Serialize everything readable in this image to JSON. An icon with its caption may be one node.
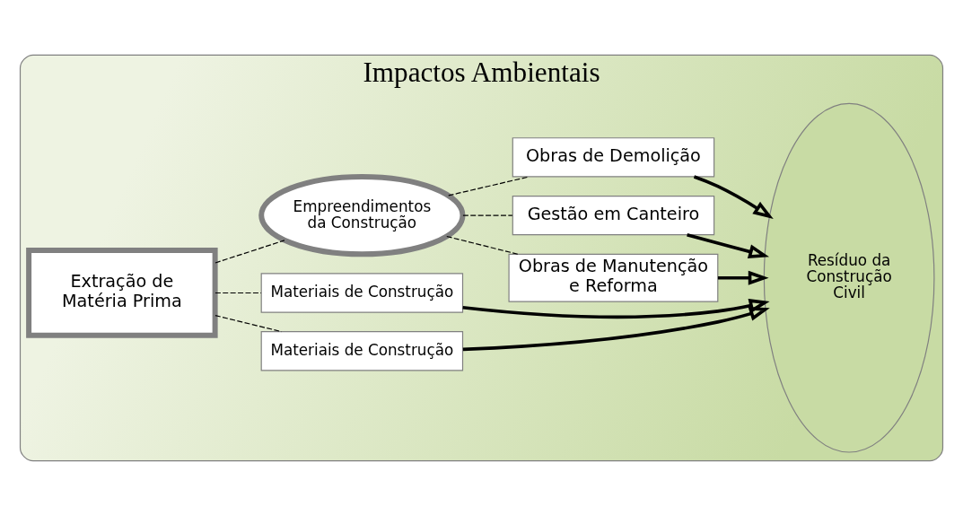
{
  "diagram": {
    "nodes": [
      {
        "text": [
          "Impactos Ambientais"
        ]
      },
      {
        "text": [
          "Extração de Matéria Prima"
        ],
        "in": 0
      },
      {
        "text": [
          "Materiais de Construção"
        ],
        "in": 0
      },
      {
        "text": [
          "Materiais de Construção"
        ],
        "in": 0
      },
      {
        "text": [
          "Obras de Manutenção e Reforma"
        ],
        "in": 0
      },
      {
        "text": [
          "Empreendimentos da Construção"
        ],
        "in": 0
      },
      {
        "text": [
          "Gestão em Canteiro"
        ],
        "in": 0
      },
      {
        "text": [
          "Obras de Demolição"
        ],
        "in": 0
      },
      {
        "text": [
          "Resíduo da Construção Civil"
        ],
        "in": 0
      }
    ],
    "edges": [
      {
        "from": 1,
        "to": 2,
        "arrow": "none",
        "style": "dashed"
      },
      {
        "from": 1,
        "to": 3,
        "arrow": "none",
        "style": "dashed"
      },
      {
        "from": 1,
        "to": 5,
        "arrow": "none",
        "style": "dashed"
      },
      {
        "from": 5,
        "to": 4,
        "arrow": "none",
        "style": "dashed"
      },
      {
        "from": 5,
        "to": 6,
        "arrow": "none",
        "style": "dashed"
      },
      {
        "from": 5,
        "to": 7,
        "arrow": "none",
        "style": "dashed"
      },
      {
        "from": 2,
        "to": 8,
        "arrow": "to",
        "style": "thick"
      },
      {
        "from": 3,
        "to": 8,
        "arrow": "to",
        "style": "thick"
      },
      {
        "from": 4,
        "to": 8,
        "arrow": "to",
        "style": "thick"
      },
      {
        "from": 6,
        "to": 8,
        "arrow": "to",
        "style": "thick"
      },
      {
        "from": 7,
        "to": 8,
        "arrow": "to",
        "style": "thick"
      }
    ]
  }
}
